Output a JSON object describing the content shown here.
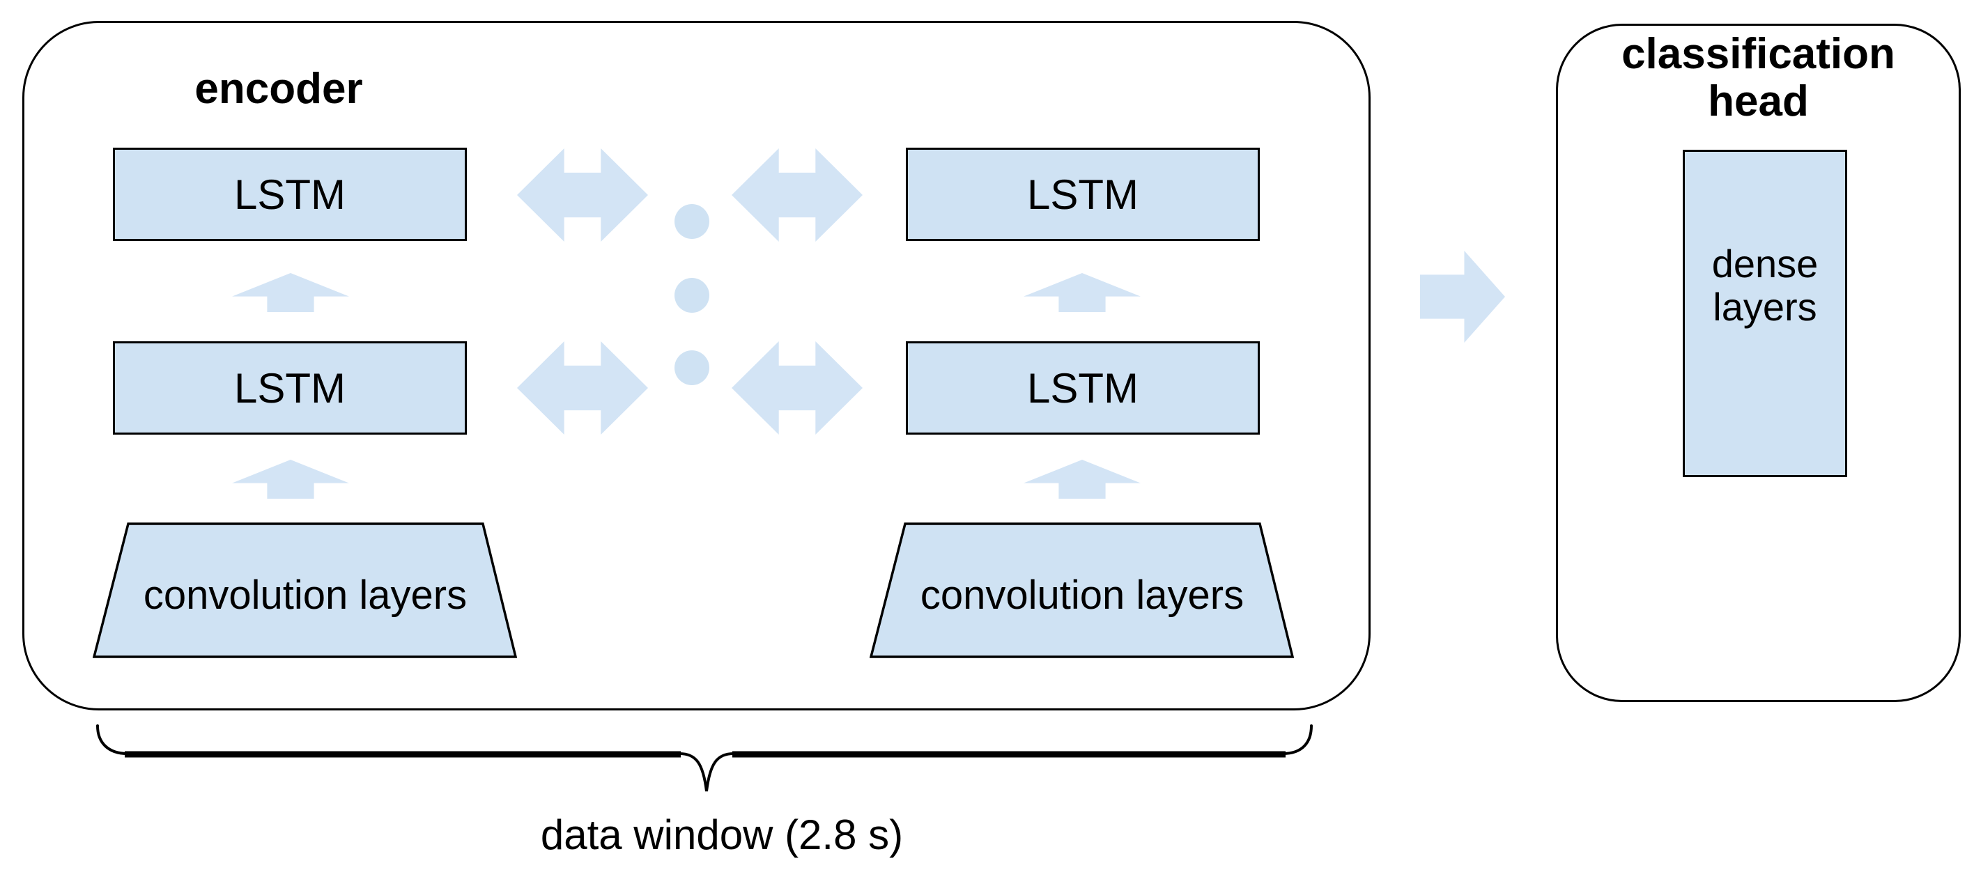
{
  "diagram": {
    "colors": {
      "background": "#ffffff",
      "shape_fill": "#cfe2f3",
      "arrow_fill": "#d3e4f5",
      "outline": "#000000",
      "text": "#000000"
    },
    "encoder": {
      "title": "encoder",
      "lstm_labels": [
        "LSTM",
        "LSTM",
        "LSTM",
        "LSTM"
      ],
      "conv_labels": [
        "convolution layers",
        "convolution layers"
      ]
    },
    "head": {
      "title": "classification\nhead",
      "dense_label": "dense\nlayers"
    },
    "caption": "data window (2.8 s)"
  }
}
